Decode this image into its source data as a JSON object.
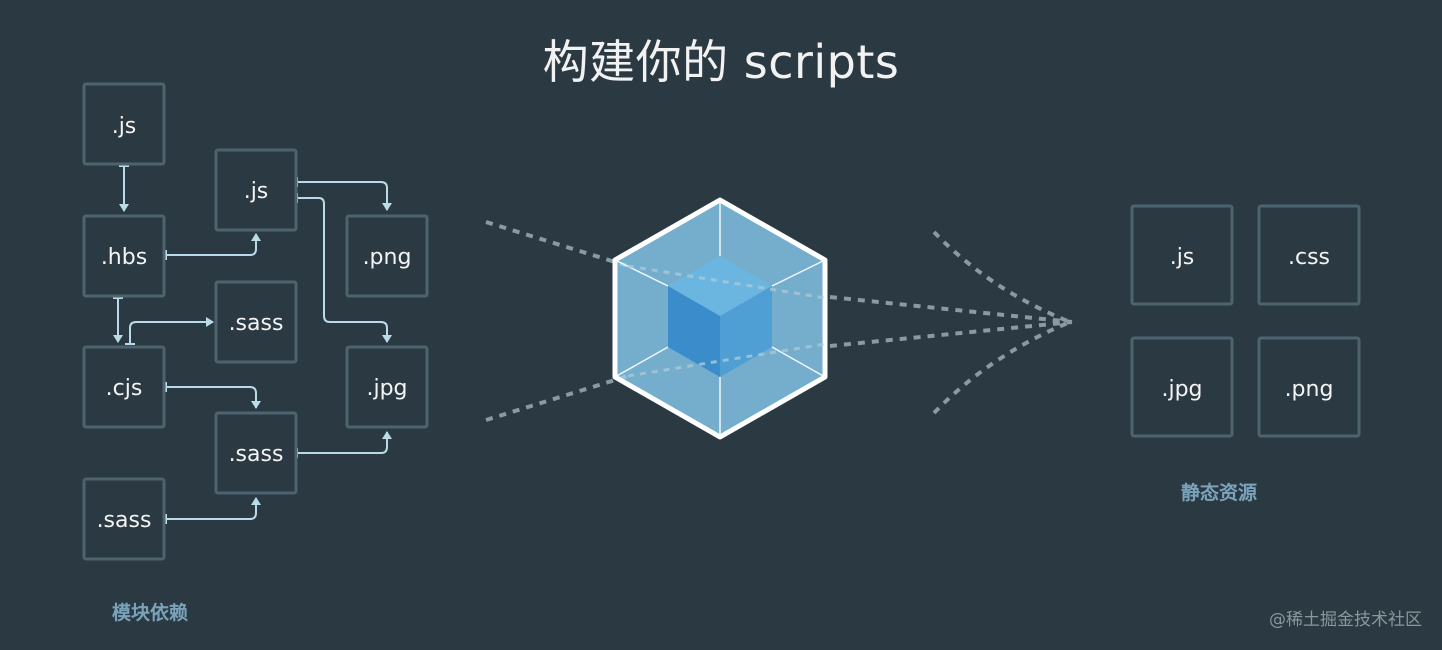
{
  "title": "构建你的 scripts",
  "left_caption": "模块依赖",
  "right_caption": "静态资源",
  "watermark": "@稀土掘金技术社区",
  "colors": {
    "background": "#2b3a42",
    "box_border": "#4d6470",
    "arrow": "#b9dbe8",
    "dotted": "#8a9aa2",
    "cube_outer": "#8ed6fb",
    "cube_inner": "#1c78c0",
    "caption": "#7aa3bb"
  },
  "modules": [
    {
      "id": "m-js1",
      "label": ".js"
    },
    {
      "id": "m-hbs",
      "label": ".hbs"
    },
    {
      "id": "m-cjs",
      "label": ".cjs"
    },
    {
      "id": "m-sass3",
      "label": ".sass"
    },
    {
      "id": "m-js2",
      "label": ".js"
    },
    {
      "id": "m-sass1",
      "label": ".sass"
    },
    {
      "id": "m-sass2",
      "label": ".sass"
    },
    {
      "id": "m-png",
      "label": ".png"
    },
    {
      "id": "m-jpg",
      "label": ".jpg"
    }
  ],
  "assets": [
    {
      "id": "a-js",
      "label": ".js"
    },
    {
      "id": "a-css",
      "label": ".css"
    },
    {
      "id": "a-jpg",
      "label": ".jpg"
    },
    {
      "id": "a-png",
      "label": ".png"
    }
  ],
  "logo": "webpack-cube-icon"
}
